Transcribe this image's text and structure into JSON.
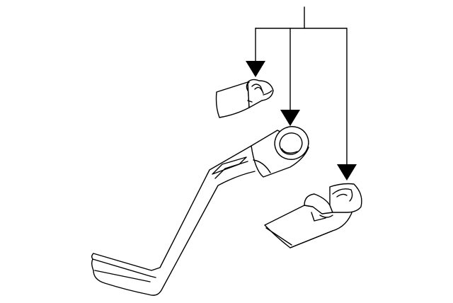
{
  "diagram": {
    "type": "exploded-parts-illustration",
    "background": "#ffffff",
    "line_color": "#000000",
    "parts": [
      {
        "name": "small-bracket"
      },
      {
        "name": "filler-neck-pipe"
      },
      {
        "name": "lower-bracket"
      }
    ],
    "callouts": [
      {
        "points_to": "small-bracket"
      },
      {
        "points_to": "filler-neck-pipe"
      },
      {
        "points_to": "lower-bracket"
      }
    ]
  }
}
